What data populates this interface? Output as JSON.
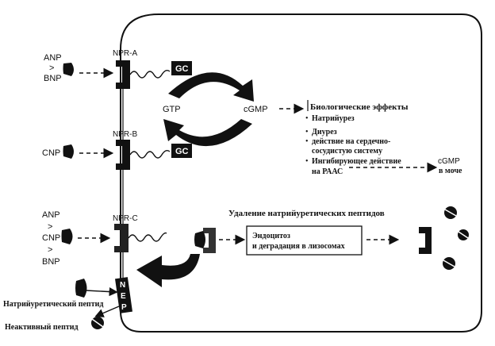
{
  "ligands": {
    "anp": "ANP",
    "gt1": ">",
    "bnp": "BNP",
    "cnp": "CNP",
    "anp2": "ANP",
    "gt2": ">",
    "cnp2": "CNP",
    "gt3": ">",
    "bnp2": "BNP"
  },
  "receptors": {
    "npr_a": "NPR-A",
    "npr_b": "NPR-B",
    "npr_c": "NPR-C",
    "gc_a": "GC",
    "gc_b": "GC"
  },
  "cycle": {
    "gtp": "GTP",
    "cgmp": "cGMP"
  },
  "effects": {
    "title": "Биологические эффекты",
    "items": [
      "Натрийурез",
      "Диурез",
      "действие на сердечно-",
      "сосудистую систему",
      "Ингибирующее действие",
      "на РААС"
    ]
  },
  "urine": {
    "cgmp": "cGMP",
    "label": "в моче"
  },
  "removal": {
    "title": "Удаление натрийуретических пептидов",
    "box_line1": "Эндоцитоз",
    "box_line2": "и деградация в лизосомах"
  },
  "nep": {
    "n": "N",
    "e": "E",
    "p": "P",
    "active_label": "Натрийуретический пептид",
    "inactive_label": "Неактивный пептид"
  },
  "colors": {
    "ink": "#111111",
    "background": "#ffffff"
  }
}
